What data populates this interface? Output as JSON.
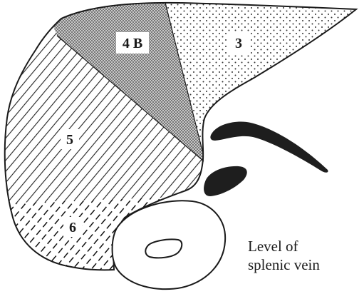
{
  "diagram": {
    "segments": [
      {
        "id": "4b",
        "label": "4 B",
        "pattern": "dense-dots"
      },
      {
        "id": "3",
        "label": "3",
        "pattern": "sparse-dots"
      },
      {
        "id": "5",
        "label": "5",
        "pattern": "diagonal-lines"
      },
      {
        "id": "6",
        "label": "6",
        "pattern": "dashed-diagonal-lines"
      }
    ],
    "caption_line1": "Level of",
    "caption_line2": "splenic vein",
    "colors": {
      "outline": "#1a1a1a",
      "vessel_fill": "#1e1e1e",
      "background": "#ffffff"
    }
  }
}
